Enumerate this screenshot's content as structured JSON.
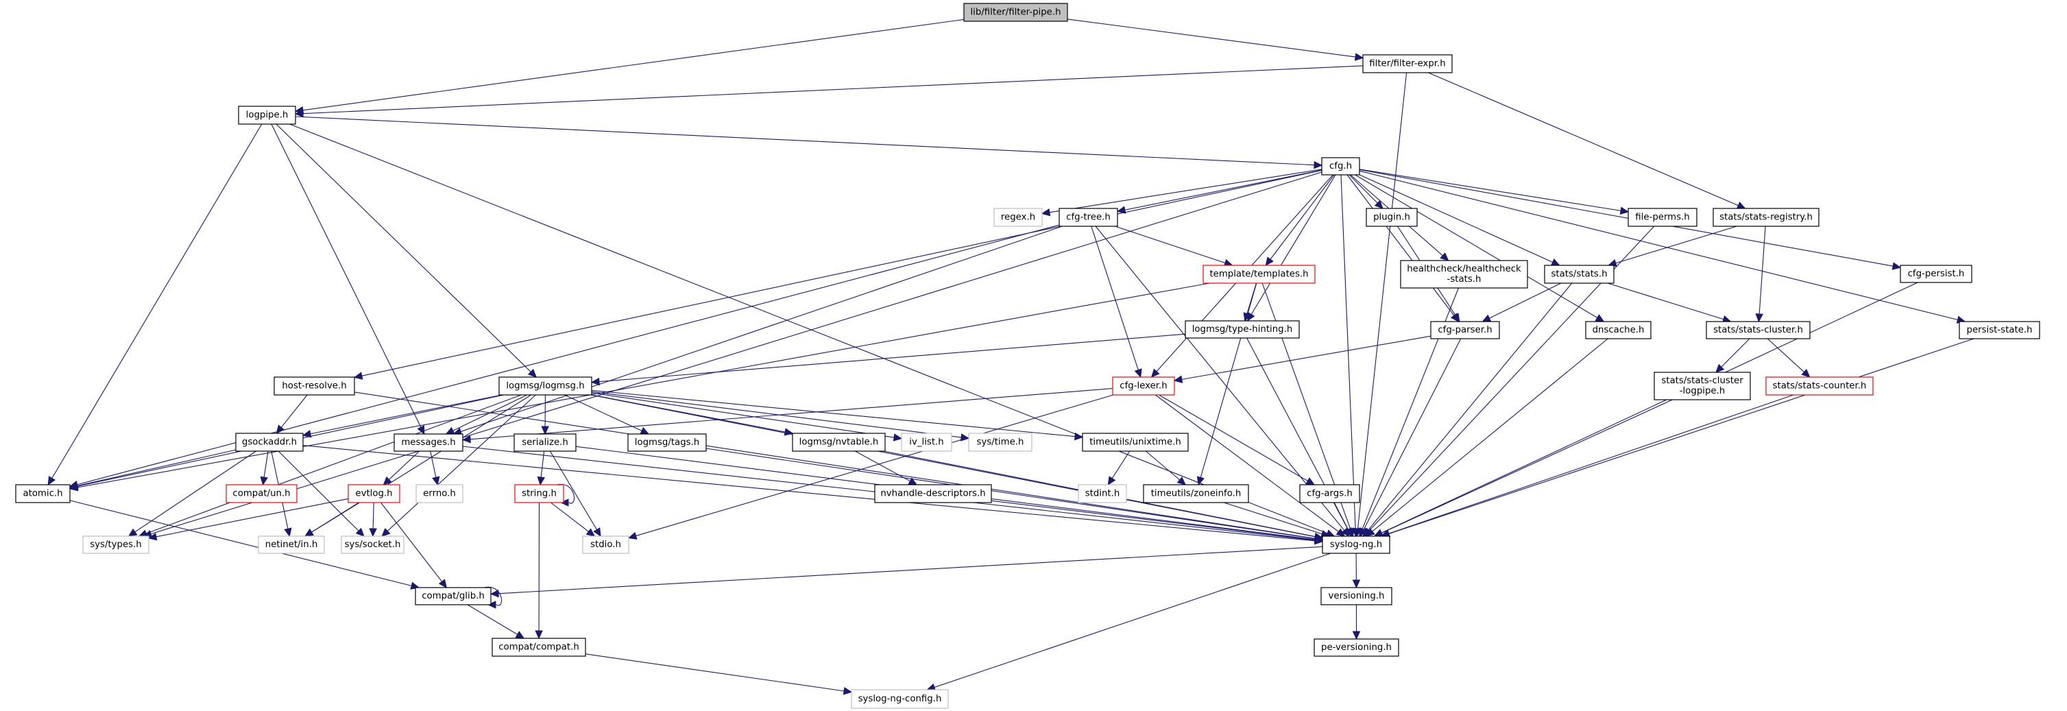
{
  "diagram": {
    "title": "lib/filter/filter-pipe.h include dependency graph",
    "colors": {
      "edge": "#191970",
      "root_fill": "#bfbfbf",
      "missing_border": "#ff0000",
      "system_border": "#bfbfbf"
    },
    "nodes": [
      {
        "id": "root",
        "label": "lib/filter/filter-pipe.h",
        "kind": "root"
      },
      {
        "id": "filter_expr",
        "label": "filter/filter-expr.h",
        "kind": "normal"
      },
      {
        "id": "logpipe",
        "label": "logpipe.h",
        "kind": "normal"
      },
      {
        "id": "cfg",
        "label": "cfg.h",
        "kind": "normal"
      },
      {
        "id": "regex",
        "label": "regex.h",
        "kind": "system"
      },
      {
        "id": "cfg_tree",
        "label": "cfg-tree.h",
        "kind": "normal"
      },
      {
        "id": "plugin",
        "label": "plugin.h",
        "kind": "normal"
      },
      {
        "id": "file_perms",
        "label": "file-perms.h",
        "kind": "normal"
      },
      {
        "id": "stats_registry",
        "label": "stats/stats-registry.h",
        "kind": "normal"
      },
      {
        "id": "templates",
        "label": "template/templates.h",
        "kind": "incomplete"
      },
      {
        "id": "healthcheck",
        "label": [
          "healthcheck/healthcheck",
          "-stats.h"
        ],
        "kind": "normal"
      },
      {
        "id": "stats",
        "label": "stats/stats.h",
        "kind": "normal"
      },
      {
        "id": "cfg_persist",
        "label": "cfg-persist.h",
        "kind": "normal"
      },
      {
        "id": "type_hinting",
        "label": "logmsg/type-hinting.h",
        "kind": "normal"
      },
      {
        "id": "cfg_parser",
        "label": "cfg-parser.h",
        "kind": "normal"
      },
      {
        "id": "dnscache",
        "label": "dnscache.h",
        "kind": "normal"
      },
      {
        "id": "stats_cluster",
        "label": "stats/stats-cluster.h",
        "kind": "normal"
      },
      {
        "id": "persist_state",
        "label": "persist-state.h",
        "kind": "normal"
      },
      {
        "id": "host_resolve",
        "label": "host-resolve.h",
        "kind": "normal"
      },
      {
        "id": "logmsg",
        "label": "logmsg/logmsg.h",
        "kind": "normal"
      },
      {
        "id": "cfg_lexer",
        "label": "cfg-lexer.h",
        "kind": "incomplete"
      },
      {
        "id": "stats_cluster_logpipe",
        "label": [
          "stats/stats-cluster",
          "-logpipe.h"
        ],
        "kind": "normal"
      },
      {
        "id": "stats_counter",
        "label": "stats/stats-counter.h",
        "kind": "incomplete"
      },
      {
        "id": "gsockaddr",
        "label": "gsockaddr.h",
        "kind": "normal"
      },
      {
        "id": "messages",
        "label": "messages.h",
        "kind": "normal"
      },
      {
        "id": "serialize",
        "label": "serialize.h",
        "kind": "normal"
      },
      {
        "id": "tags",
        "label": "logmsg/tags.h",
        "kind": "normal"
      },
      {
        "id": "nvtable",
        "label": "logmsg/nvtable.h",
        "kind": "normal"
      },
      {
        "id": "iv_list",
        "label": "iv_list.h",
        "kind": "system"
      },
      {
        "id": "sys_time",
        "label": "sys/time.h",
        "kind": "system"
      },
      {
        "id": "unixtime",
        "label": "timeutils/unixtime.h",
        "kind": "normal"
      },
      {
        "id": "atomic",
        "label": "atomic.h",
        "kind": "normal"
      },
      {
        "id": "compat_un",
        "label": "compat/un.h",
        "kind": "incomplete"
      },
      {
        "id": "evtlog",
        "label": "evtlog.h",
        "kind": "incomplete"
      },
      {
        "id": "errno",
        "label": "errno.h",
        "kind": "system"
      },
      {
        "id": "string",
        "label": "string.h",
        "kind": "incomplete"
      },
      {
        "id": "nvhandle",
        "label": "nvhandle-descriptors.h",
        "kind": "normal"
      },
      {
        "id": "stdint",
        "label": "stdint.h",
        "kind": "system"
      },
      {
        "id": "zoneinfo",
        "label": "timeutils/zoneinfo.h",
        "kind": "normal"
      },
      {
        "id": "cfg_args",
        "label": "cfg-args.h",
        "kind": "normal"
      },
      {
        "id": "sys_types",
        "label": "sys/types.h",
        "kind": "system"
      },
      {
        "id": "netinet_in",
        "label": "netinet/in.h",
        "kind": "system"
      },
      {
        "id": "sys_socket",
        "label": "sys/socket.h",
        "kind": "system"
      },
      {
        "id": "stdio",
        "label": "stdio.h",
        "kind": "system"
      },
      {
        "id": "syslog_ng",
        "label": "syslog-ng.h",
        "kind": "normal"
      },
      {
        "id": "glib",
        "label": "compat/glib.h",
        "kind": "normal"
      },
      {
        "id": "versioning",
        "label": "versioning.h",
        "kind": "normal"
      },
      {
        "id": "compat",
        "label": "compat/compat.h",
        "kind": "normal"
      },
      {
        "id": "pe_versioning",
        "label": "pe-versioning.h",
        "kind": "normal"
      },
      {
        "id": "syslog_ng_config",
        "label": "syslog-ng-config.h",
        "kind": "system"
      }
    ],
    "edges": [
      [
        "root",
        "logpipe"
      ],
      [
        "root",
        "filter_expr"
      ],
      [
        "filter_expr",
        "logpipe"
      ],
      [
        "filter_expr",
        "stats_registry"
      ],
      [
        "filter_expr",
        "syslog_ng"
      ],
      [
        "logpipe",
        "cfg"
      ],
      [
        "logpipe",
        "atomic"
      ],
      [
        "logpipe",
        "messages"
      ],
      [
        "logpipe",
        "logmsg"
      ],
      [
        "logpipe",
        "syslog_ng"
      ],
      [
        "cfg",
        "regex"
      ],
      [
        "cfg",
        "cfg_tree"
      ],
      [
        "cfg",
        "plugin"
      ],
      [
        "cfg",
        "file_perms"
      ],
      [
        "cfg",
        "templates"
      ],
      [
        "cfg",
        "healthcheck"
      ],
      [
        "cfg",
        "stats"
      ],
      [
        "cfg",
        "cfg_persist"
      ],
      [
        "cfg",
        "type_hinting"
      ],
      [
        "cfg",
        "cfg_parser"
      ],
      [
        "cfg",
        "dnscache"
      ],
      [
        "cfg",
        "persist_state"
      ],
      [
        "cfg",
        "host_resolve"
      ],
      [
        "cfg",
        "cfg_lexer"
      ],
      [
        "cfg",
        "sys_types"
      ],
      [
        "cfg",
        "syslog_ng"
      ],
      [
        "cfg_tree",
        "templates"
      ],
      [
        "cfg_tree",
        "cfg_lexer"
      ],
      [
        "cfg_tree",
        "messages"
      ],
      [
        "cfg_tree",
        "atomic"
      ],
      [
        "cfg_tree",
        "syslog_ng"
      ],
      [
        "plugin",
        "cfg_parser"
      ],
      [
        "file_perms",
        "syslog_ng"
      ],
      [
        "stats_registry",
        "stats"
      ],
      [
        "stats_registry",
        "stats_cluster"
      ],
      [
        "templates",
        "type_hinting"
      ],
      [
        "templates",
        "atomic"
      ],
      [
        "templates",
        "zoneinfo"
      ],
      [
        "templates",
        "syslog_ng"
      ],
      [
        "healthcheck",
        "syslog_ng"
      ],
      [
        "stats",
        "cfg_parser"
      ],
      [
        "stats",
        "stats_cluster"
      ],
      [
        "stats",
        "syslog_ng"
      ],
      [
        "cfg_persist",
        "syslog_ng"
      ],
      [
        "type_hinting",
        "logmsg"
      ],
      [
        "type_hinting",
        "syslog_ng"
      ],
      [
        "cfg_parser",
        "cfg_lexer"
      ],
      [
        "cfg_parser",
        "syslog_ng"
      ],
      [
        "dnscache",
        "syslog_ng"
      ],
      [
        "stats_cluster",
        "stats_cluster_logpipe"
      ],
      [
        "stats_cluster",
        "stats_counter"
      ],
      [
        "stats_cluster_logpipe",
        "syslog_ng"
      ],
      [
        "stats_counter",
        "syslog_ng"
      ],
      [
        "persist_state",
        "syslog_ng"
      ],
      [
        "host_resolve",
        "gsockaddr"
      ],
      [
        "host_resolve",
        "syslog_ng"
      ],
      [
        "logmsg",
        "messages"
      ],
      [
        "logmsg",
        "gsockaddr"
      ],
      [
        "logmsg",
        "atomic"
      ],
      [
        "logmsg",
        "serialize"
      ],
      [
        "logmsg",
        "tags"
      ],
      [
        "logmsg",
        "nvtable"
      ],
      [
        "logmsg",
        "iv_list"
      ],
      [
        "logmsg",
        "sys_time"
      ],
      [
        "logmsg",
        "unixtime"
      ],
      [
        "logmsg",
        "sys_types"
      ],
      [
        "logmsg",
        "netinet_in"
      ],
      [
        "logmsg",
        "sys_socket"
      ],
      [
        "logmsg",
        "syslog_ng"
      ],
      [
        "cfg_lexer",
        "messages"
      ],
      [
        "cfg_lexer",
        "cfg_args"
      ],
      [
        "cfg_lexer",
        "stdio"
      ],
      [
        "cfg_lexer",
        "syslog_ng"
      ],
      [
        "gsockaddr",
        "atomic"
      ],
      [
        "gsockaddr",
        "compat_un"
      ],
      [
        "gsockaddr",
        "sys_types"
      ],
      [
        "gsockaddr",
        "netinet_in"
      ],
      [
        "gsockaddr",
        "sys_socket"
      ],
      [
        "gsockaddr",
        "syslog_ng"
      ],
      [
        "messages",
        "evtlog"
      ],
      [
        "messages",
        "errno"
      ],
      [
        "messages",
        "syslog_ng"
      ],
      [
        "serialize",
        "string"
      ],
      [
        "serialize",
        "stdio"
      ],
      [
        "serialize",
        "syslog_ng"
      ],
      [
        "tags",
        "syslog_ng"
      ],
      [
        "nvtable",
        "nvhandle"
      ],
      [
        "nvtable",
        "syslog_ng"
      ],
      [
        "unixtime",
        "stdint"
      ],
      [
        "unixtime",
        "zoneinfo"
      ],
      [
        "atomic",
        "glib"
      ],
      [
        "evtlog",
        "sys_types"
      ],
      [
        "evtlog",
        "netinet_in"
      ],
      [
        "evtlog",
        "sys_socket"
      ],
      [
        "evtlog",
        "glib"
      ],
      [
        "string",
        "string"
      ],
      [
        "string",
        "stdio"
      ],
      [
        "string",
        "compat"
      ],
      [
        "nvhandle",
        "syslog_ng"
      ],
      [
        "zoneinfo",
        "syslog_ng"
      ],
      [
        "cfg_args",
        "syslog_ng"
      ],
      [
        "syslog_ng",
        "glib"
      ],
      [
        "syslog_ng",
        "versioning"
      ],
      [
        "syslog_ng",
        "syslog_ng_config"
      ],
      [
        "glib",
        "glib"
      ],
      [
        "glib",
        "compat"
      ],
      [
        "versioning",
        "pe_versioning"
      ],
      [
        "compat",
        "syslog_ng_config"
      ]
    ]
  }
}
